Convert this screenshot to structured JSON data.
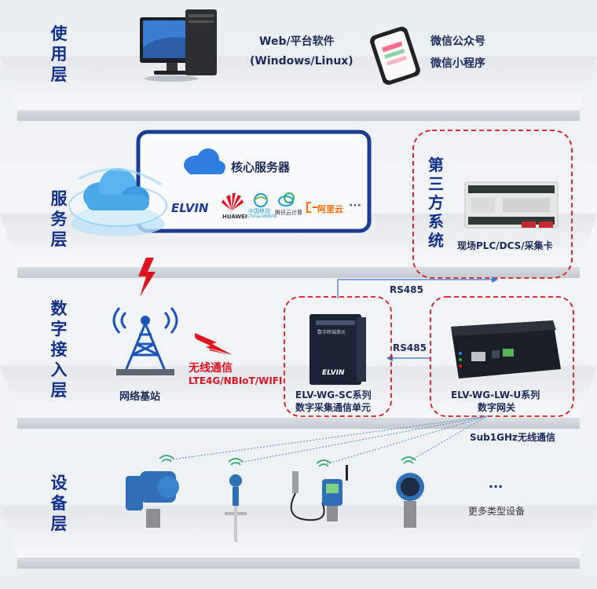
{
  "layers": {
    "use": "使用层",
    "service": "服务层",
    "access": "数字接入层",
    "device": "设备层"
  },
  "use_layer": {
    "software_line1": "Web/平台软件",
    "software_line2": "(Windows/Linux)",
    "wechat_line1": "微信公众号",
    "wechat_line2": "微信小程序"
  },
  "service_layer": {
    "core_server": "核心服务器",
    "partners": [
      "ELVIN",
      "HUAWEI",
      "中国移动",
      "China Mobile",
      "腾讯云计算",
      "阿里云"
    ],
    "ellipsis": "···",
    "third_party_chars": [
      "第",
      "三",
      "方",
      "系",
      "统"
    ],
    "third_party_device": "现场PLC/DCS/采集卡"
  },
  "access_layer": {
    "base_station": "网络基站",
    "wireless_title": "无线通信",
    "wireless_protocols": "LTE4G/NBIoT/WIFI",
    "rs485_top": "RS485",
    "rs485_mid": "RS485",
    "sc_series": "ELV-WG-SC系列",
    "sc_desc": "数字采集通信单元",
    "lw_series": "ELV-WG-LW-U系列",
    "lw_desc": "数字网关",
    "sub1g": "Sub1GHz无线通信",
    "device_brand": "ELVIN",
    "device_title": "数字终端单元"
  },
  "device_layer": {
    "more_dots": "···",
    "more_devices": "更多类型设备"
  },
  "colors": {
    "layer_text": "#12308a",
    "red_dash": "#e0141e",
    "link_blue": "#3a6fd0"
  }
}
